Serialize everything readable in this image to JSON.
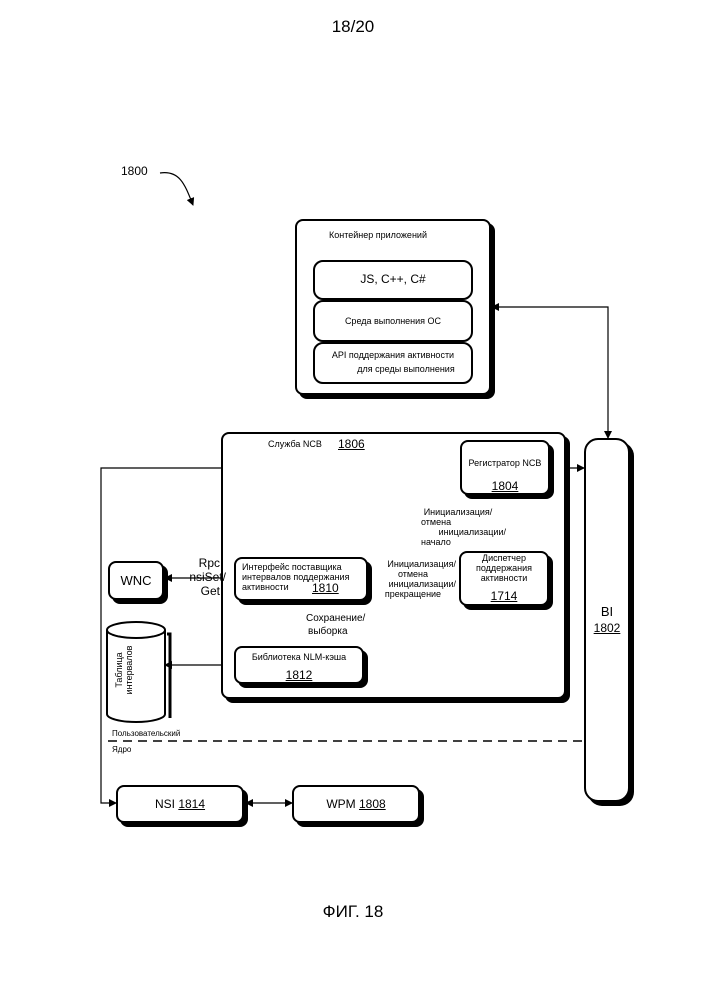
{
  "page": {
    "sheet": "18/20",
    "figure_caption": "ФИГ. 18",
    "ref_main": "1800"
  },
  "app_container": {
    "title": "Контейнер приложений",
    "langs": "JS, C++, C#",
    "runtime": "Среда выполнения ОС",
    "api_line1": "API поддержания активности",
    "api_line2": "для среды выполнения"
  },
  "ncb_service": {
    "title": "Служба NCB",
    "ref": "1806"
  },
  "registrar": {
    "label": "Регистратор NCB",
    "ref": "1804"
  },
  "dispatcher": {
    "line1": "Диспетчер",
    "line2": "поддержания",
    "line3": "активности",
    "ref": "1714"
  },
  "interval_provider": {
    "line1": "Интерфейс поставщика",
    "line2": "интервалов поддержания",
    "line3": "активности",
    "ref": "1810"
  },
  "nlm_library": {
    "label": "Библиотека NLM-кэша",
    "ref": "1812"
  },
  "bi": {
    "label": "BI",
    "ref": "1802"
  },
  "wnc": {
    "label": "WNC"
  },
  "interval_table": {
    "line1": "Таблица",
    "line2": "интервалов"
  },
  "nsi": {
    "label": "NSI",
    "ref": "1814"
  },
  "wpm": {
    "label": "WPM",
    "ref": "1808"
  },
  "arrows": {
    "init_cancel_start_1": "Инициализация/",
    "init_cancel_start_2": "отмена",
    "init_cancel_start_3": "инициализации/",
    "init_cancel_start_4": "начало",
    "init_cancel_stop_1": "Инициализация/",
    "init_cancel_stop_2": "отмена",
    "init_cancel_stop_3": "инициализации/",
    "init_cancel_stop_4": "прекращение",
    "rpc_1": "Rpc",
    "rpc_2": "nsiSet/",
    "rpc_3": "Get",
    "save_fetch_1": "Сохранение/",
    "save_fetch_2": "выборка"
  },
  "boundary": {
    "user": "Пользовательский",
    "kernel": "Ядро"
  }
}
